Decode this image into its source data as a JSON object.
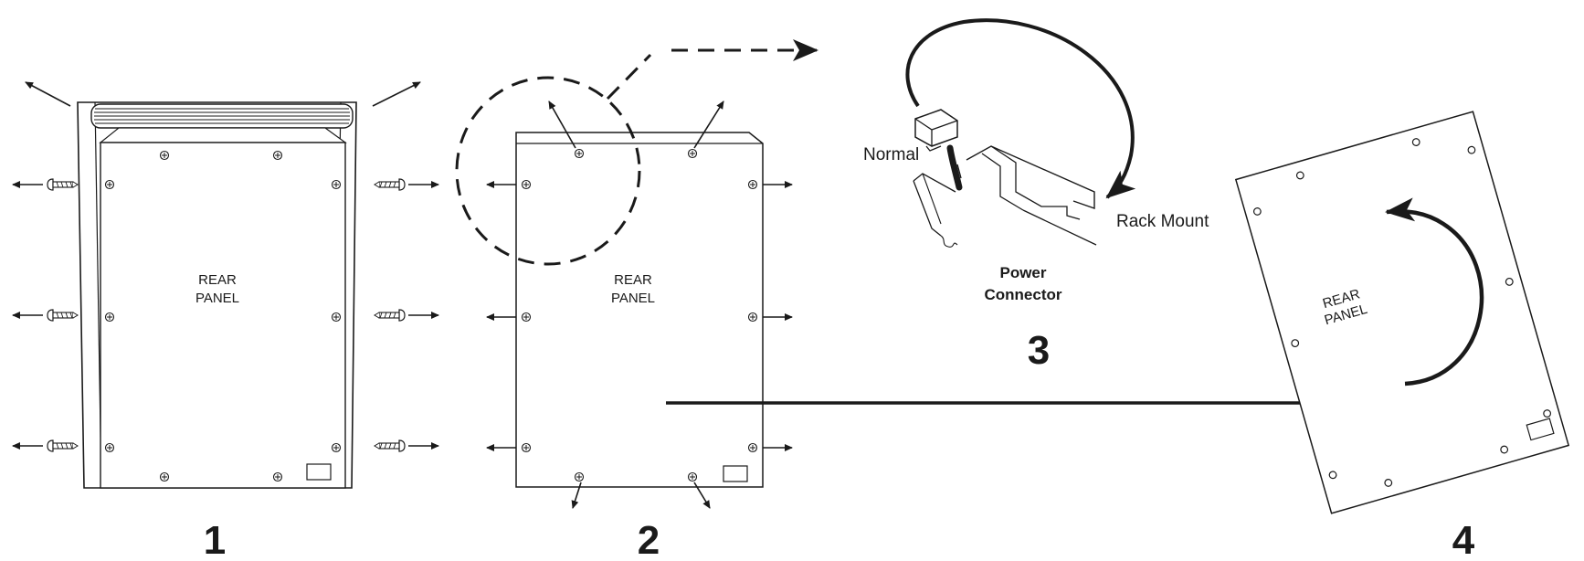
{
  "panel_1": {
    "line1": "REAR",
    "line2": "PANEL"
  },
  "panel_2": {
    "line1": "REAR",
    "line2": "PANEL"
  },
  "panel_4": {
    "line1": "REAR",
    "line2": "PANEL"
  },
  "connector": {
    "normal_label": "Normal",
    "rack_mount_label": "Rack Mount",
    "title_line1": "Power",
    "title_line2": "Connector"
  },
  "steps": [
    "1",
    "2",
    "3",
    "4"
  ],
  "colors": {
    "ink": "#1a1a1a",
    "background": "#ffffff"
  },
  "icons": [
    "screw-icon",
    "outward-arrow-icon",
    "dashed-magnify-circle",
    "rotate-arrow-icon",
    "transfer-arrow-icon"
  ]
}
